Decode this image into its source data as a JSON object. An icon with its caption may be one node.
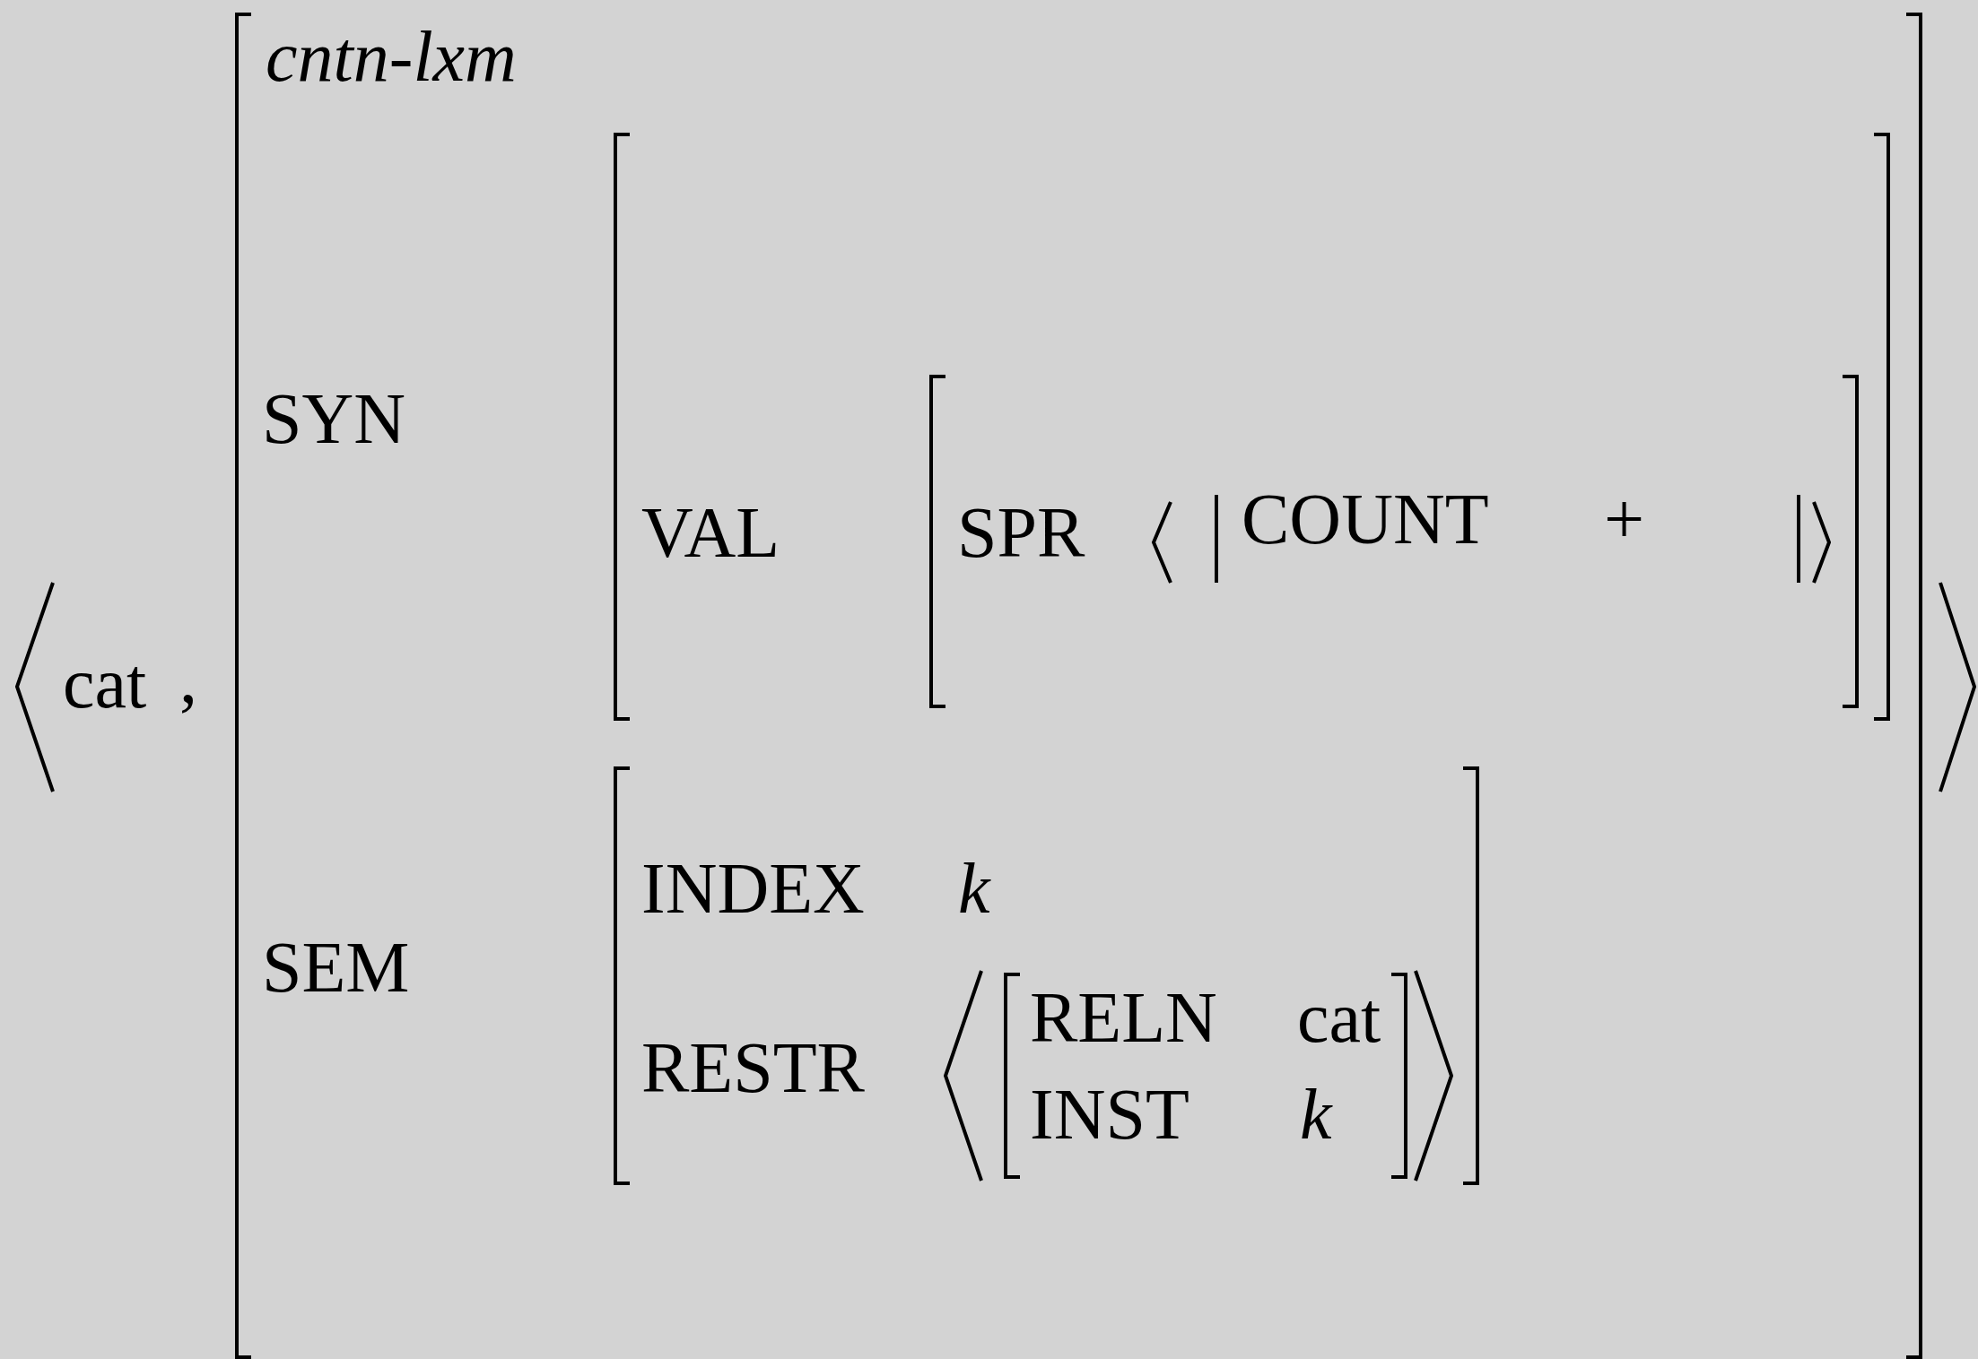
{
  "diagram": {
    "nodes": [
      {
        "text": [
          "cntn-lxm",
          "SYN",
          "SEM"
        ]
      },
      {
        "text": [
          "VAL"
        ],
        "in": 0
      },
      {
        "text": [
          "SPR"
        ],
        "in": 1
      },
      {
        "text": [
          "COUNT",
          "+"
        ],
        "in": 2
      },
      {
        "text": [
          "INDEX",
          "k",
          "RESTR"
        ],
        "in": 0
      },
      {
        "text": [
          "RELN",
          "cat",
          "INST",
          "k"
        ],
        "in": 4
      }
    ],
    "labels": [
      "cat",
      ","
    ]
  }
}
